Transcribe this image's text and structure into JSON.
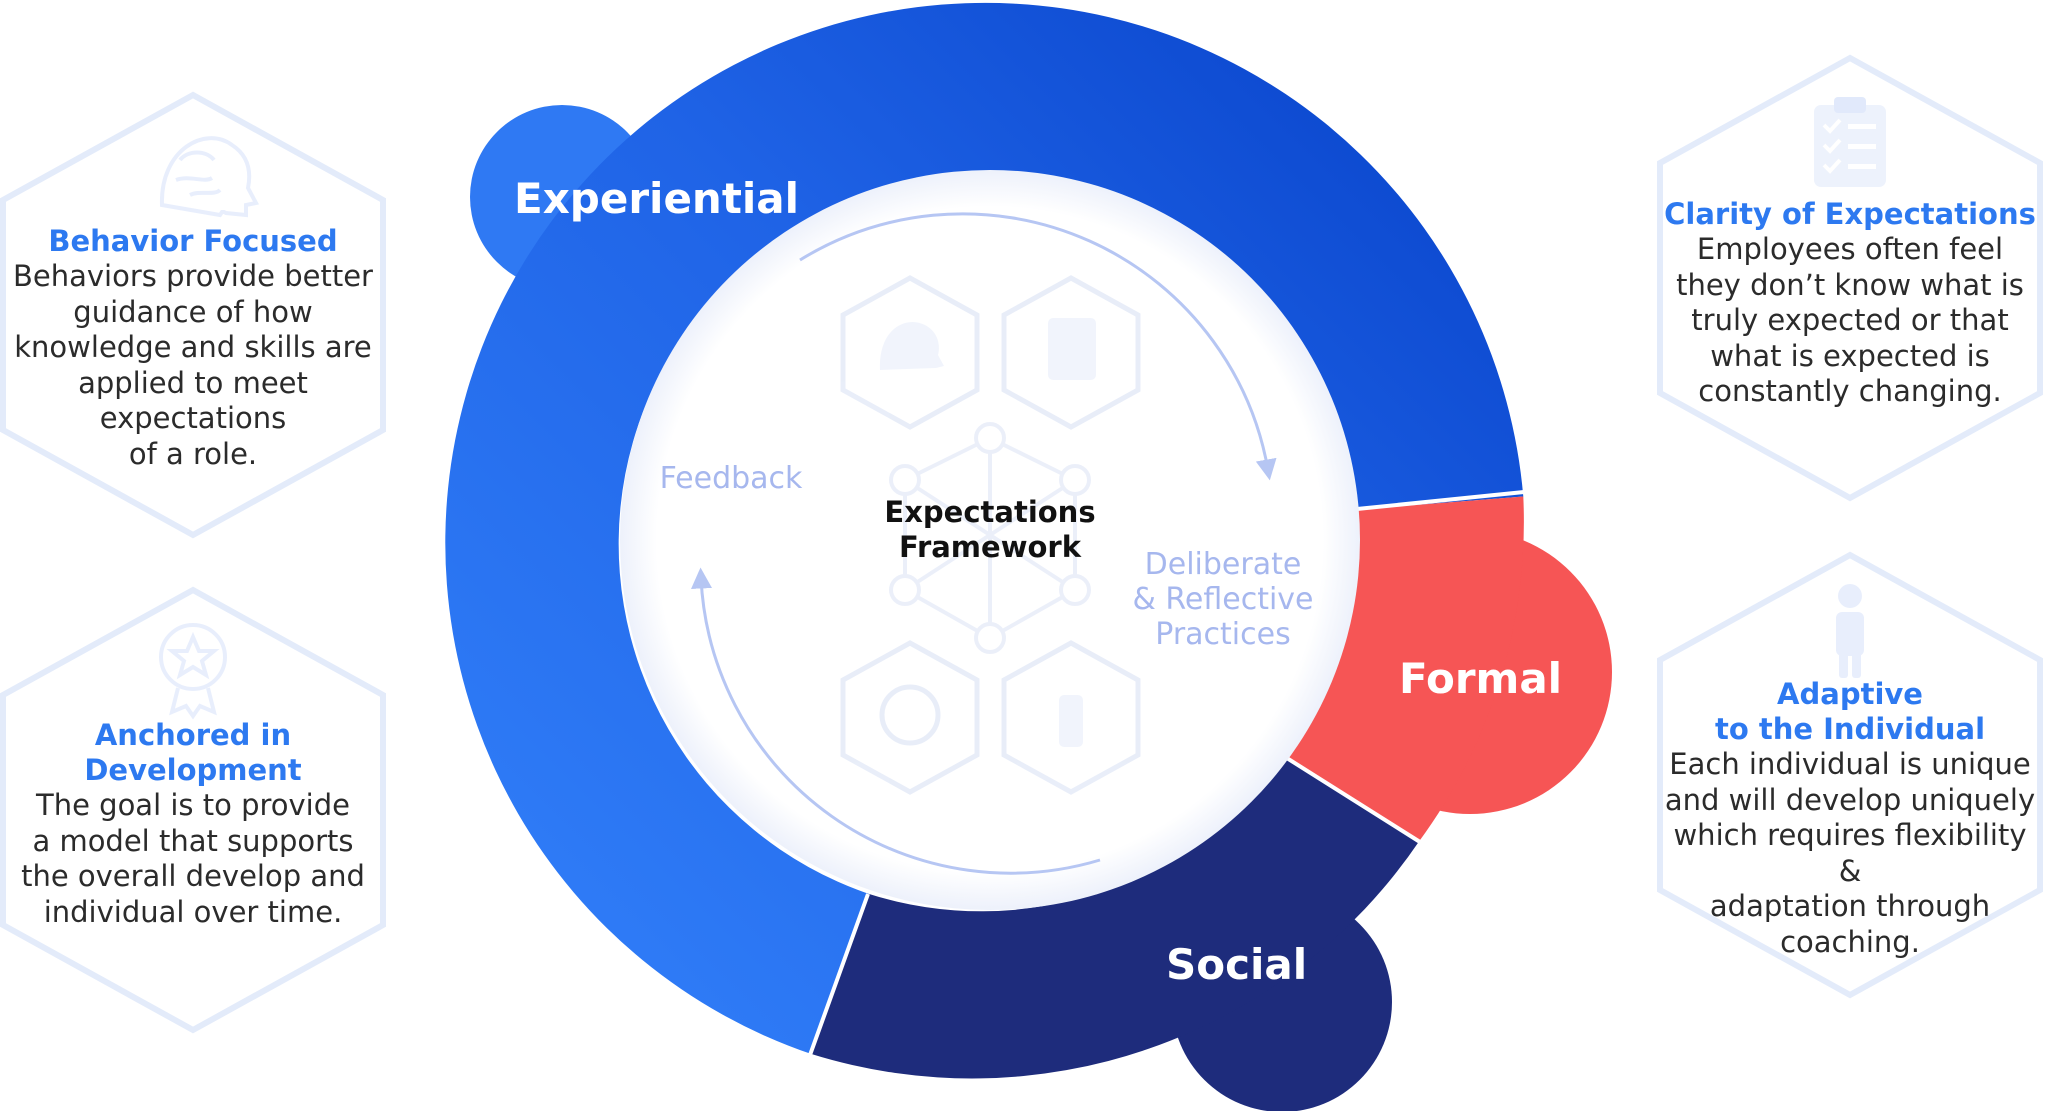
{
  "segments": {
    "experiential": "Experiential",
    "formal": "Formal",
    "social": "Social"
  },
  "center": {
    "line1": "Expectations",
    "line2": "Framework"
  },
  "inner": {
    "feedback": "Feedback",
    "deliberate_line1": "Deliberate",
    "deliberate_line2": "& Reflective",
    "deliberate_line3": "Practices"
  },
  "cards": {
    "behavior": {
      "title": "Behavior Focused",
      "body": [
        "Behaviors provide better",
        "guidance of how",
        "knowledge and skills are",
        "applied to meet",
        "expectations",
        "of a role."
      ],
      "icon": "brain-head-icon"
    },
    "anchored": {
      "title": [
        "Anchored in",
        "Development"
      ],
      "body": [
        "The goal is to provide",
        "a model that supports",
        "the overall develop and",
        "individual over time."
      ],
      "icon": "award-badge-icon"
    },
    "clarity": {
      "title": "Clarity of Expectations",
      "body": [
        "Employees often feel",
        "they don’t know what is",
        "truly expected or that",
        "what is expected is",
        "constantly changing."
      ],
      "icon": "clipboard-checklist-icon"
    },
    "adaptive": {
      "title": [
        "Adaptive",
        "to the Individual"
      ],
      "body": [
        "Each individual is unique",
        "and will develop uniquely",
        "which requires flexibility &",
        "adaptation through",
        "coaching."
      ],
      "icon": "person-icon"
    }
  },
  "colors": {
    "experiential_light": "#2f7af5",
    "experiential_dark": "#0b44cc",
    "formal": "#f65555",
    "social": "#1e2c7c",
    "accent_text": "#2d79f0",
    "hex_outline": "#e3ebfa"
  }
}
